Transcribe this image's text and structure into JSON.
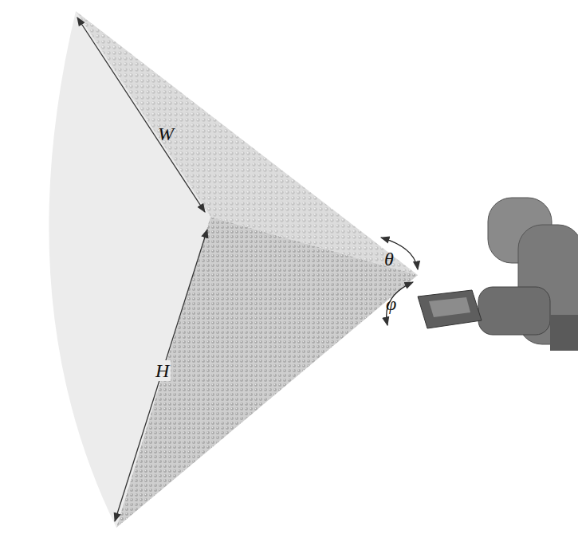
{
  "diagram": {
    "labels": [
      "W",
      "H",
      "θ",
      "φ"
    ]
  }
}
